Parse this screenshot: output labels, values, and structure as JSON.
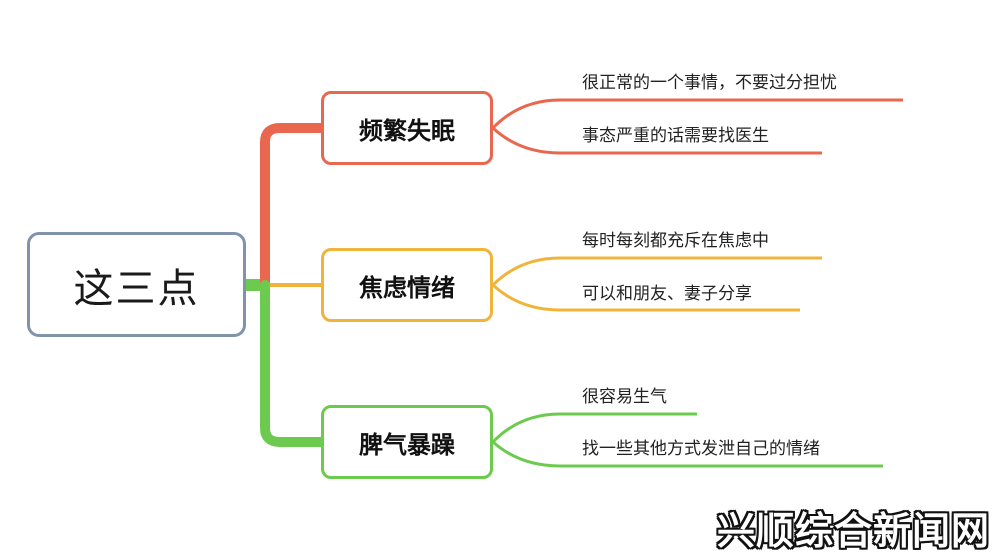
{
  "root": {
    "label": "这三点"
  },
  "branches": [
    {
      "label": "频繁失眠",
      "color": "#e8674e",
      "leaves": [
        "很正常的一个事情，不要过分担忧",
        "事态严重的话需要找医生"
      ]
    },
    {
      "label": "焦虑情绪",
      "color": "#f0b43a",
      "leaves": [
        "每时每刻都充斥在焦虑中",
        "可以和朋友、妻子分享"
      ]
    },
    {
      "label": "脾气暴躁",
      "color": "#6ccb4f",
      "leaves": [
        "很容易生气",
        "找一些其他方式发泄自己的情绪"
      ]
    }
  ],
  "root_border_color": "#8193ab",
  "watermark": "兴顺综合新闻网"
}
